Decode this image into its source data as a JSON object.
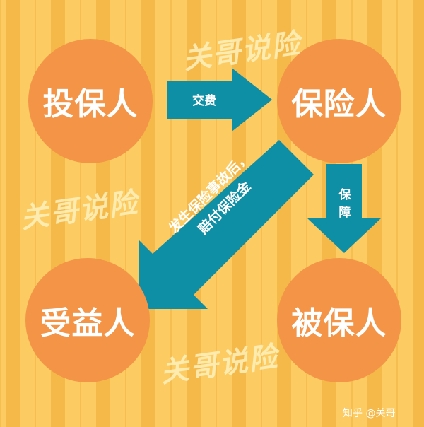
{
  "nodes": {
    "policyholder": "投保人",
    "insurer": "保险人",
    "beneficiary": "受益人",
    "insured": "被保人"
  },
  "arrows": {
    "premium": "交费",
    "protection": "保障",
    "claim_line1": "发生保险事故后，",
    "claim_line2": "赔付保险金"
  },
  "watermark": "关哥说险",
  "credit": "知乎 @关哥",
  "colors": {
    "background": "#FCCB62",
    "stripe": "#F5B94A",
    "circle": "#F39446",
    "arrow": "#0F8FA6",
    "text": "#FFFFFF"
  }
}
